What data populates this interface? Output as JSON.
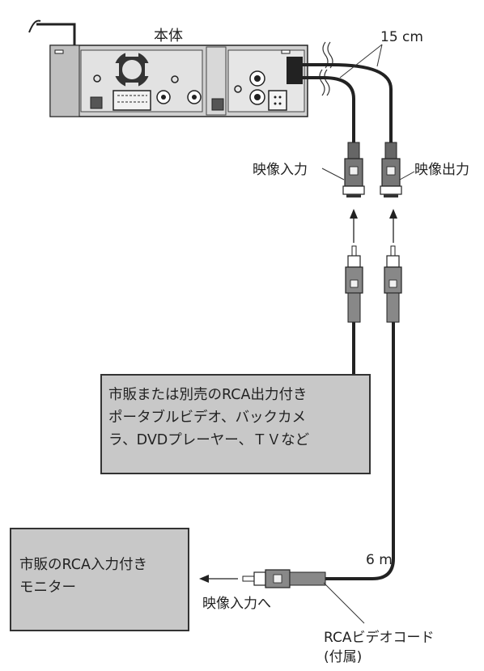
{
  "labels": {
    "main_unit": "本体",
    "length_short": "15 cm",
    "video_in": "映像入力",
    "video_out": "映像出力",
    "length_long": "6 m",
    "to_video_in": "映像入力へ",
    "cable_name": "RCAビデオコード",
    "cable_note": "(付属)"
  },
  "source_box": {
    "lines": [
      "市販または別売のRCA出力付き",
      "ポータブルビデオ、バックカメ",
      "ラ、DVDプレーヤー、ＴＶなど"
    ]
  },
  "monitor_box": {
    "lines": [
      "市販のRCA入力付き",
      "モニター"
    ]
  }
}
